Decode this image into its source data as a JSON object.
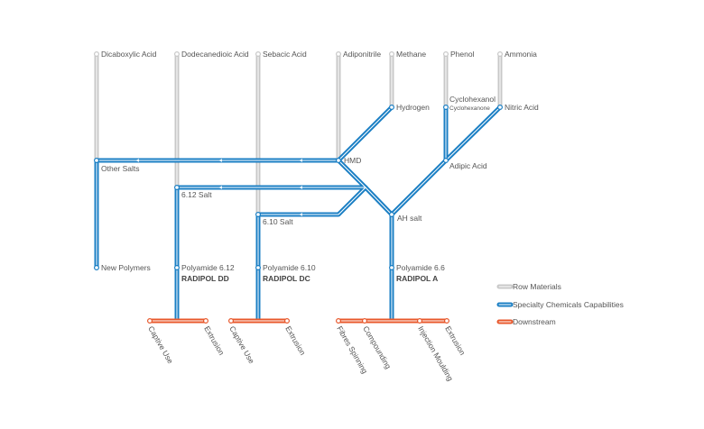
{
  "colors": {
    "raw": "#c8c8c8",
    "specialty": "#1b7fc4",
    "downstream": "#e8582c",
    "text": "#555555"
  },
  "raw_materials": {
    "dicaboxylic_acid": "Dicaboxylic Acid",
    "dodecanedioic_acid": "Dodecanedioic Acid",
    "sebacic_acid": "Sebacic Acid",
    "adiponitrile": "Adiponitrile",
    "methane": "Methane",
    "phenol": "Phenol",
    "ammonia": "Ammonia"
  },
  "intermediates": {
    "cyclohexanol": "Cyclohexanol",
    "cyclohexanone": "Cyclohexanone",
    "hydrogen": "Hydrogen",
    "nitric_acid": "Nitric Acid",
    "hmd": "HMD",
    "adipic_acid": "Adipic Acid",
    "other_salts": "Other Salts",
    "salt_612": "6.12 Salt",
    "salt_610": "6.10 Salt",
    "ah_salt": "AH salt"
  },
  "products": {
    "new_polymers": "New Polymers",
    "pa612": {
      "name": "Polyamide 6.12",
      "brand": "RADIPOL DD"
    },
    "pa610": {
      "name": "Polyamide 6.10",
      "brand": "RADIPOL DC"
    },
    "pa66": {
      "name": "Polyamide 6.6",
      "brand": "RADIPOL A"
    }
  },
  "downstream": {
    "dd": [
      "Captive Use",
      "Extrusion"
    ],
    "dc": [
      "Captive Use",
      "Extrusion"
    ],
    "a": [
      "Fibres Spinning",
      "Compounding",
      "Injection Moulding",
      "Extrusion"
    ]
  },
  "legend": {
    "raw": "Row Materials",
    "specialty": "Specialty Chemicals Capabilities",
    "downstream": "Downstream"
  }
}
